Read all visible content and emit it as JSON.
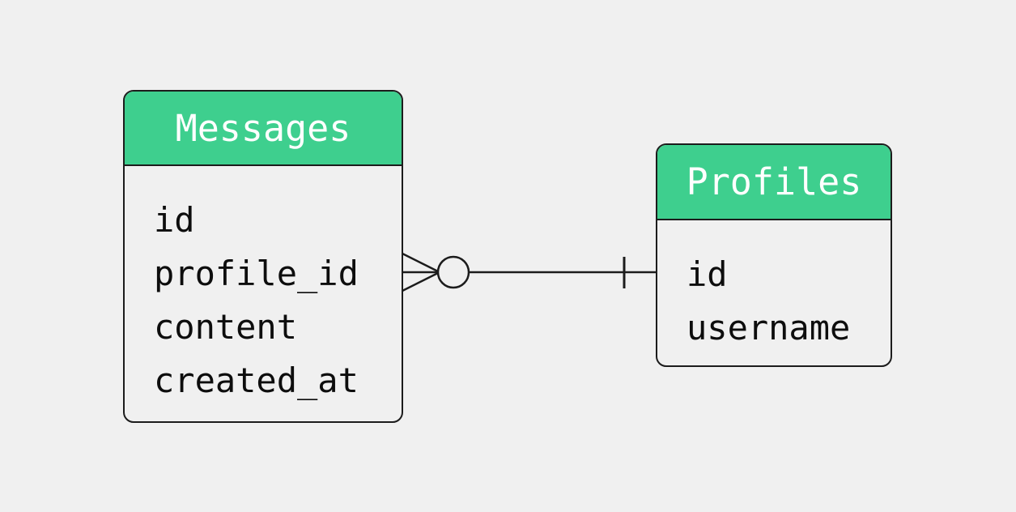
{
  "diagram": {
    "type": "entity-relationship-diagram",
    "background_color": "#f0f0f0",
    "accent_color": "#3ecf8e",
    "border_color": "#1c1c1c",
    "text_color": "#0d0d0d",
    "header_text_color": "#ffffff",
    "entities": [
      {
        "id": "messages",
        "title": "Messages",
        "fields": [
          {
            "name": "id"
          },
          {
            "name": "profile_id"
          },
          {
            "name": "content"
          },
          {
            "name": "created_at"
          }
        ]
      },
      {
        "id": "profiles",
        "title": "Profiles",
        "fields": [
          {
            "name": "id"
          },
          {
            "name": "username"
          }
        ]
      }
    ],
    "relationships": [
      {
        "id": "messages-to-profiles",
        "from_entity": "messages",
        "to_entity": "profiles",
        "from_cardinality": "zero-or-many",
        "to_cardinality": "exactly-one",
        "from_notation": "crows-foot-with-circle",
        "to_notation": "single-tick",
        "label": ""
      }
    ]
  }
}
